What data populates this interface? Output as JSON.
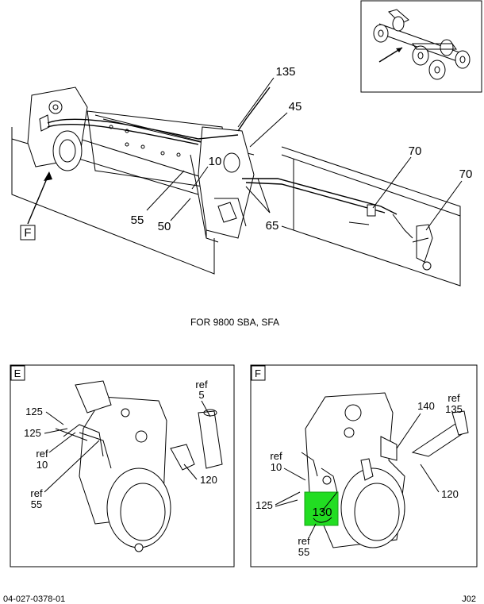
{
  "caption": "FOR 9800 SBA, SFA",
  "footer": {
    "left": "04-027-0378-01",
    "right": "J02"
  },
  "main_view": {
    "view_marker": "F",
    "callouts": {
      "c135": "135",
      "c45": "45",
      "c70a": "70",
      "c70b": "70",
      "c10": "10",
      "c55": "55",
      "c50": "50",
      "c65": "65"
    }
  },
  "detail_e": {
    "title": "E",
    "labels": {
      "ref5_a": "ref",
      "ref5_b": "5",
      "c125a": "125",
      "c125b": "125",
      "ref10_a": "ref",
      "ref10_b": "10",
      "ref55_a": "ref",
      "ref55_b": "55",
      "c120": "120"
    }
  },
  "detail_f": {
    "title": "F",
    "labels": {
      "ref135_a": "ref",
      "ref135_b": "135",
      "c140": "140",
      "ref10_a": "ref",
      "ref10_b": "10",
      "c125": "125",
      "c130": "130",
      "ref55_a": "ref",
      "ref55_b": "55",
      "c120": "120"
    },
    "highlight_color": "#22dd22"
  }
}
